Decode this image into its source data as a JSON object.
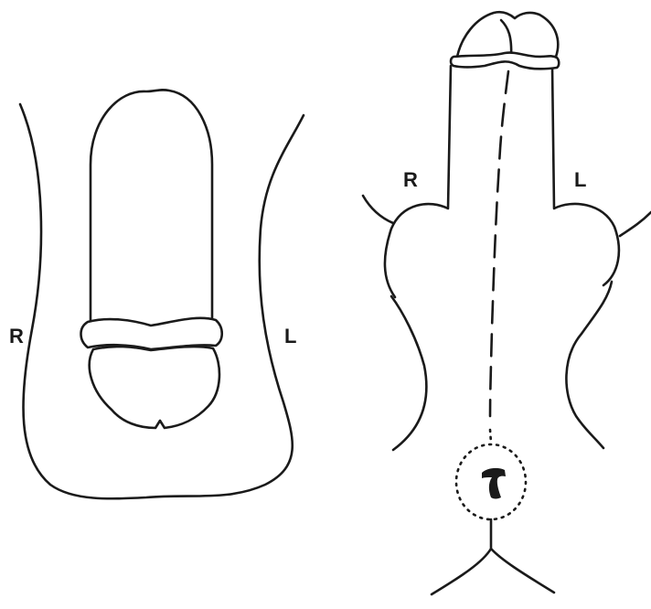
{
  "left_view": {
    "label_right": "R",
    "label_left": "L"
  },
  "right_view": {
    "label_right": "R",
    "label_left": "L"
  },
  "colors": {
    "line": "#1a1a1a",
    "background": "#ffffff"
  }
}
